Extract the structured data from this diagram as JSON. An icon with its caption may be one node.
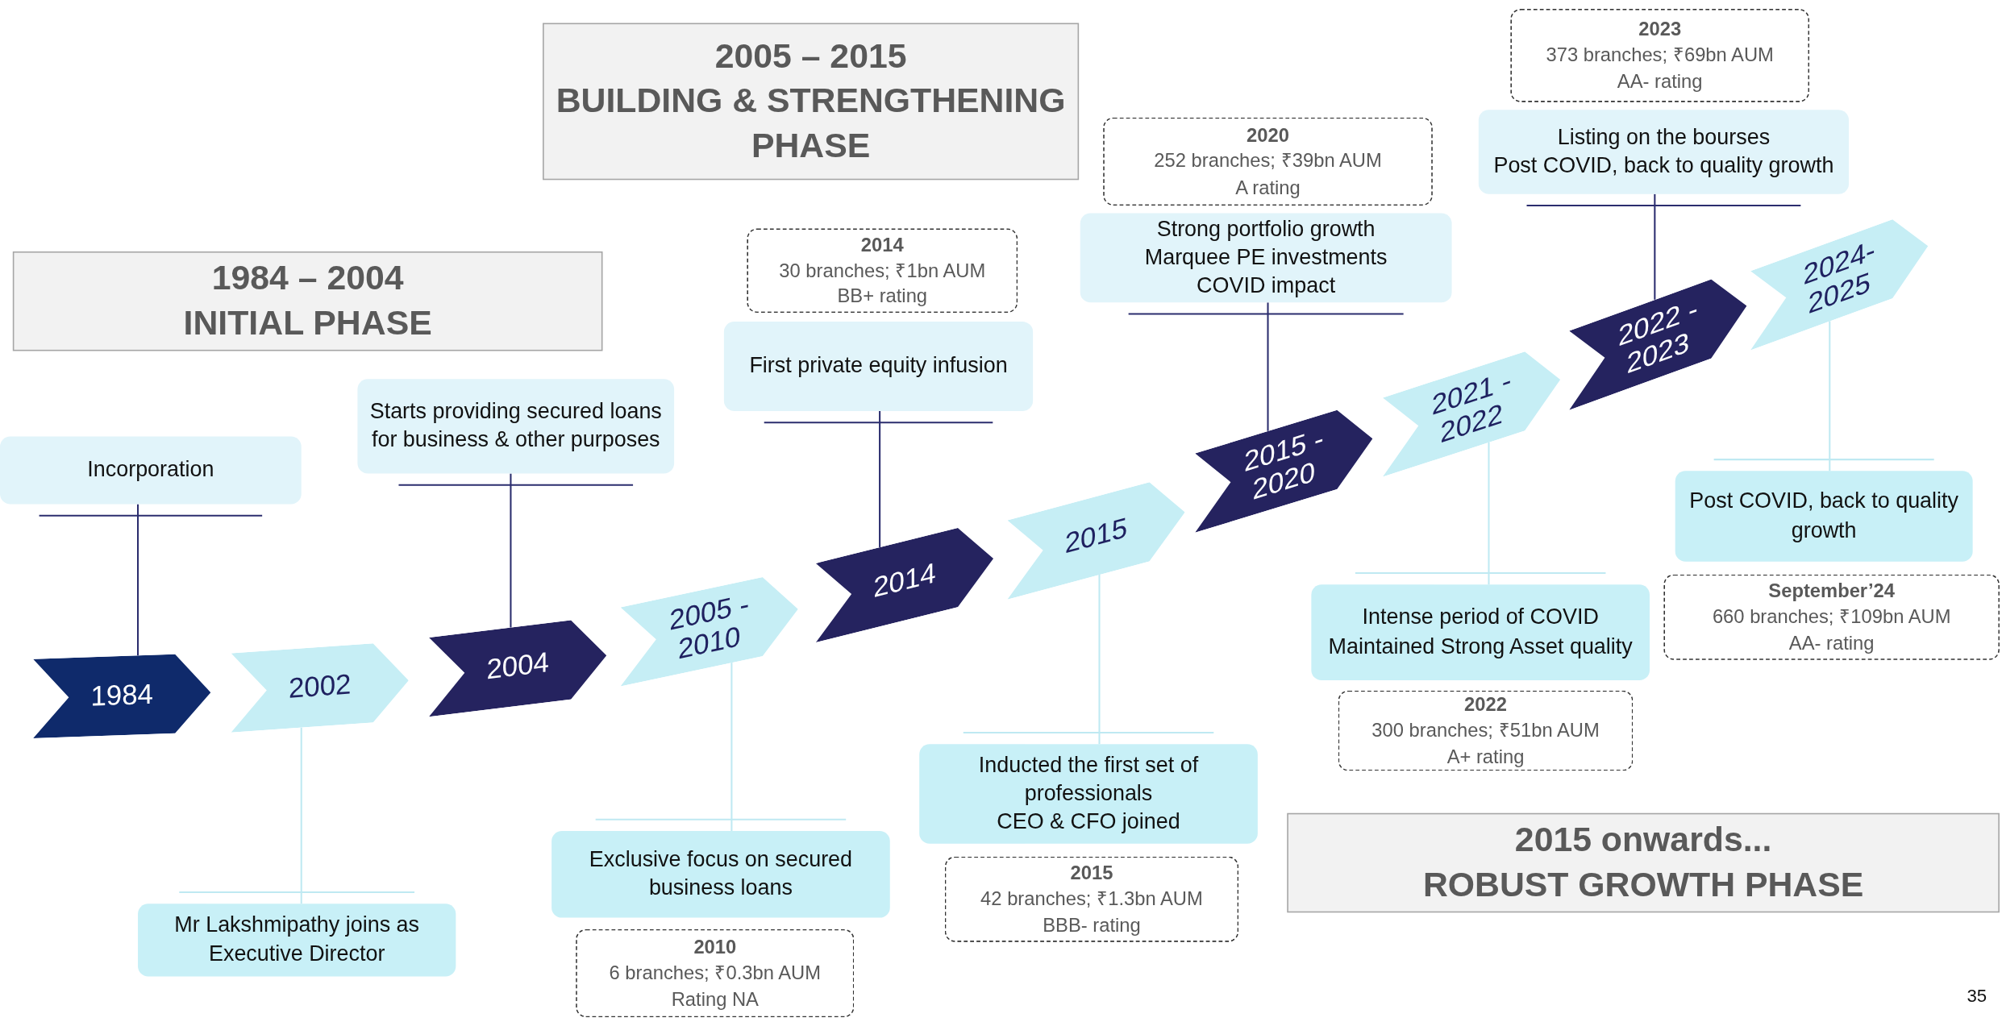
{
  "diagram": {
    "nodes": [
      {
        "text": [
          "1984 – 2004",
          "INITIAL PHASE"
        ]
      },
      {
        "text": [
          "2005 – 2015",
          "BUILDING & STRENGTHENING PHASE"
        ]
      },
      {
        "text": [
          "2015 onwards...",
          "ROBUST GROWTH PHASE"
        ]
      },
      {
        "text": [
          "1984"
        ]
      },
      {
        "text": [
          "2002"
        ]
      },
      {
        "text": [
          "2004"
        ]
      },
      {
        "text": [
          "2005 - 2010"
        ]
      },
      {
        "text": [
          "2014"
        ]
      },
      {
        "text": [
          "2015"
        ]
      },
      {
        "text": [
          "2015 - 2020"
        ]
      },
      {
        "text": [
          "2021 - 2022"
        ]
      },
      {
        "text": [
          "2022 - 2023"
        ]
      },
      {
        "text": [
          "2024-2025"
        ]
      },
      {
        "text": [
          "Incorporation"
        ]
      },
      {
        "text": [
          "Mr Lakshmipathy joins as Executive Director"
        ]
      },
      {
        "text": [
          "Starts providing secured loans for business & other purposes"
        ]
      },
      {
        "text": [
          "Exclusive focus on secured business loans"
        ]
      },
      {
        "text": [
          "First private equity infusion"
        ]
      },
      {
        "text": [
          "Inducted the first set of professionals",
          "CEO & CFO joined"
        ]
      },
      {
        "text": [
          "Strong portfolio growth",
          "Marquee PE investments",
          "COVID impact"
        ]
      },
      {
        "text": [
          "Intense period of COVID",
          "Maintained Strong Asset quality"
        ]
      },
      {
        "text": [
          "Listing on the bourses",
          "Post COVID, back to quality growth"
        ]
      },
      {
        "text": [
          "Post COVID, back to quality growth"
        ]
      },
      {
        "text": [
          "2010",
          "6 branches; ₹0.3bn AUM",
          "Rating NA"
        ]
      },
      {
        "text": [
          "2014",
          "30 branches; ₹1bn AUM",
          "BB+ rating"
        ]
      },
      {
        "text": [
          "2015",
          "42 branches; ₹1.3bn AUM",
          "BBB- rating"
        ]
      },
      {
        "text": [
          "2020",
          "252 branches; ₹39bn AUM",
          "A rating"
        ]
      },
      {
        "text": [
          "2022",
          "300 branches; ₹51bn AUM",
          "A+ rating"
        ]
      },
      {
        "text": [
          "2023",
          "373 branches; ₹69bn AUM",
          "AA- rating"
        ]
      },
      {
        "text": [
          "September’24",
          "660 branches; ₹109bn AUM",
          "AA- rating"
        ]
      }
    ],
    "edges": [
      {
        "from": 13,
        "to": 3,
        "arrow": "none"
      },
      {
        "from": 14,
        "to": 4,
        "arrow": "none",
        "color": "#bfe9f2"
      },
      {
        "from": 15,
        "to": 5,
        "arrow": "none"
      },
      {
        "from": 16,
        "to": 6,
        "arrow": "none",
        "color": "#bfe9f2"
      },
      {
        "from": 17,
        "to": 7,
        "arrow": "none"
      },
      {
        "from": 18,
        "to": 8,
        "arrow": "none",
        "color": "#bfe9f2"
      },
      {
        "from": 19,
        "to": 9,
        "arrow": "none"
      },
      {
        "from": 20,
        "to": 10,
        "arrow": "none",
        "color": "#bfe9f2"
      },
      {
        "from": 21,
        "to": 11,
        "arrow": "none"
      },
      {
        "from": 22,
        "to": 12,
        "arrow": "none",
        "color": "#bfe9f2"
      }
    ],
    "labels": [
      "35"
    ]
  }
}
